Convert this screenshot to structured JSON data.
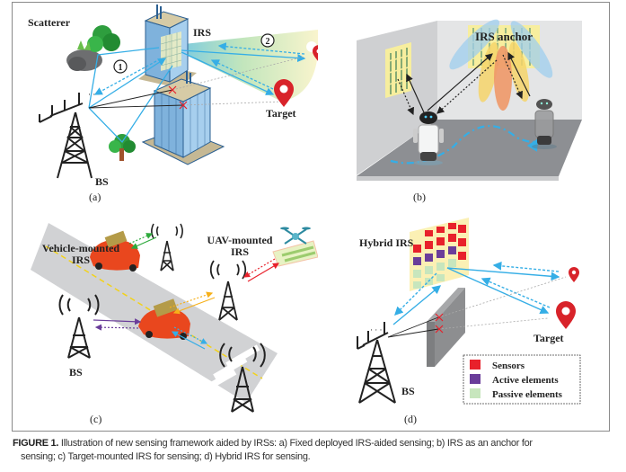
{
  "figure": {
    "caption_label": "FIGURE 1.",
    "caption_line1": " Illustration of new sensing framework aided by IRSs: a) Fixed deployed IRS-aided sensing; b) IRS as an anchor for",
    "caption_line2": "sensing; c) Target-mounted IRS for sensing; d) Hybrid IRS for sensing."
  },
  "panel_a": {
    "sublabel": "(a)",
    "labels": {
      "scatterer": "Scatterer",
      "irs": "IRS",
      "target": "Target",
      "bs": "BS",
      "step1": "1",
      "step2": "2"
    }
  },
  "panel_b": {
    "sublabel": "(b)",
    "labels": {
      "irs_anchor": "IRS anchor"
    }
  },
  "panel_c": {
    "sublabel": "(c)",
    "labels": {
      "vehicle_irs_line1": "Vehicle-mounted",
      "vehicle_irs_line2": "IRS",
      "uav_irs_line1": "UAV-mounted",
      "uav_irs_line2": "IRS",
      "bs": "BS"
    }
  },
  "panel_d": {
    "sublabel": "(d)",
    "labels": {
      "hybrid_irs": "Hybrid IRS",
      "target": "Target",
      "bs": "BS"
    },
    "legend": [
      {
        "label": "Sensors",
        "color": "#e8212b"
      },
      {
        "label": "Active elements",
        "color": "#6a3d9a"
      },
      {
        "label": "Passive elements",
        "color": "#c7e6bd"
      }
    ]
  },
  "colors": {
    "beam_blue": "#35aee6",
    "pin_red": "#d8232a",
    "irs_yellow": "#fbf0b4",
    "building_blue": "#5b9bd5",
    "floor_gray": "#8d8f93",
    "road_gray": "#d1d2d4"
  }
}
